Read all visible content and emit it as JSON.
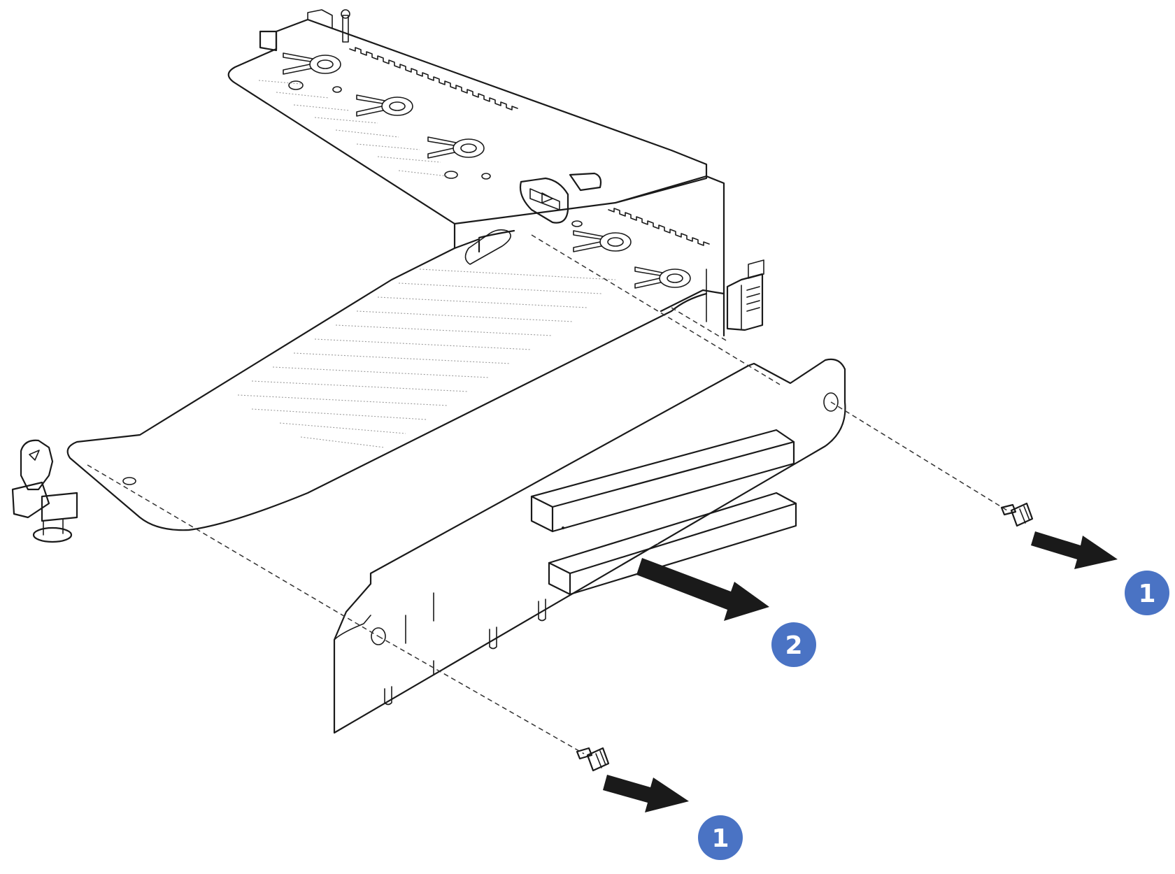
{
  "callouts": [
    {
      "id": "screw-right",
      "label": "1"
    },
    {
      "id": "riser-card",
      "label": "2"
    },
    {
      "id": "screw-bottom",
      "label": "1"
    }
  ],
  "colors": {
    "callout_fill": "#4a73c4",
    "riser_card_fill": "#d7d8d9",
    "line": "#1a1a1a"
  }
}
